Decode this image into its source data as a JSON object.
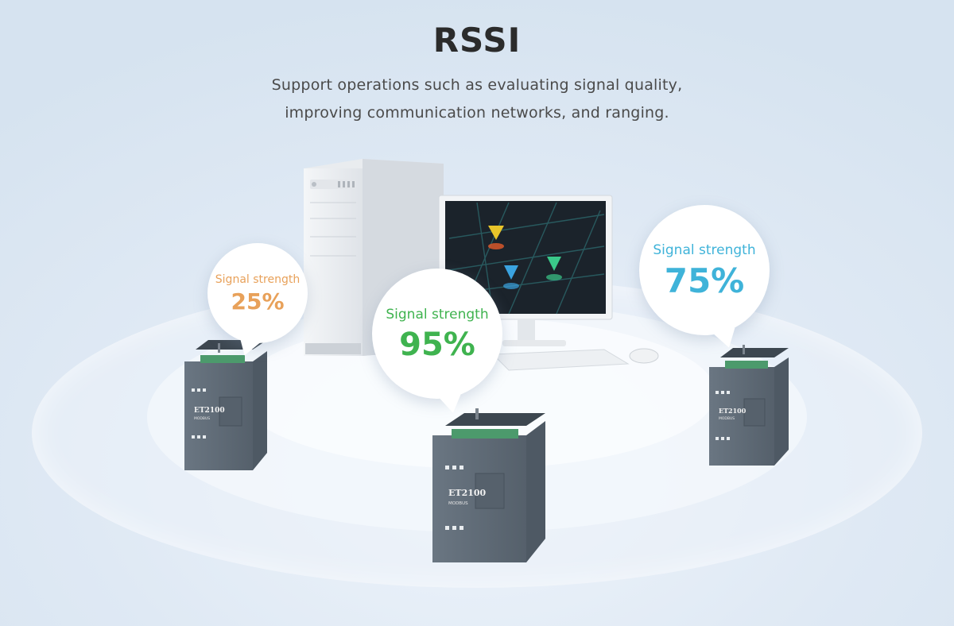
{
  "header": {
    "title": "RSSI",
    "subtitle_line1": "Support operations such as evaluating signal quality,",
    "subtitle_line2": "improving communication networks, and ranging."
  },
  "bubbles": [
    {
      "label": "Signal strength",
      "value": "25%",
      "color": "#e8a15a"
    },
    {
      "label": "Signal strength",
      "value": "95%",
      "color": "#3fb34f"
    },
    {
      "label": "Signal strength",
      "value": "75%",
      "color": "#3fb3d9"
    }
  ],
  "device": {
    "model": "ET2100",
    "protocol": "MODBUS"
  },
  "colors": {
    "device_body": "#5f6b77",
    "screen_bg": "#1b232b",
    "pin_yellow": "#e8c52a",
    "pin_blue": "#3aa3e0",
    "pin_green": "#3ac98a"
  }
}
